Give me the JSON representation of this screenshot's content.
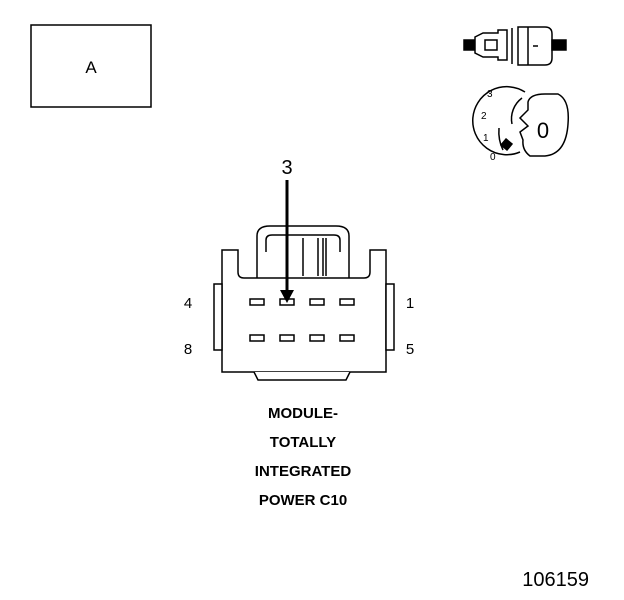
{
  "view_label": "A",
  "pointer_pin": "3",
  "pins": {
    "top_left": "4",
    "top_right": "1",
    "bottom_left": "8",
    "bottom_right": "5"
  },
  "caption": [
    "MODULE-",
    "TOTALLY",
    "INTEGRATED",
    "POWER C10"
  ],
  "key_positions": [
    "3",
    "2",
    "1",
    "0"
  ],
  "key_symbol": "0",
  "figure_number": "106159"
}
